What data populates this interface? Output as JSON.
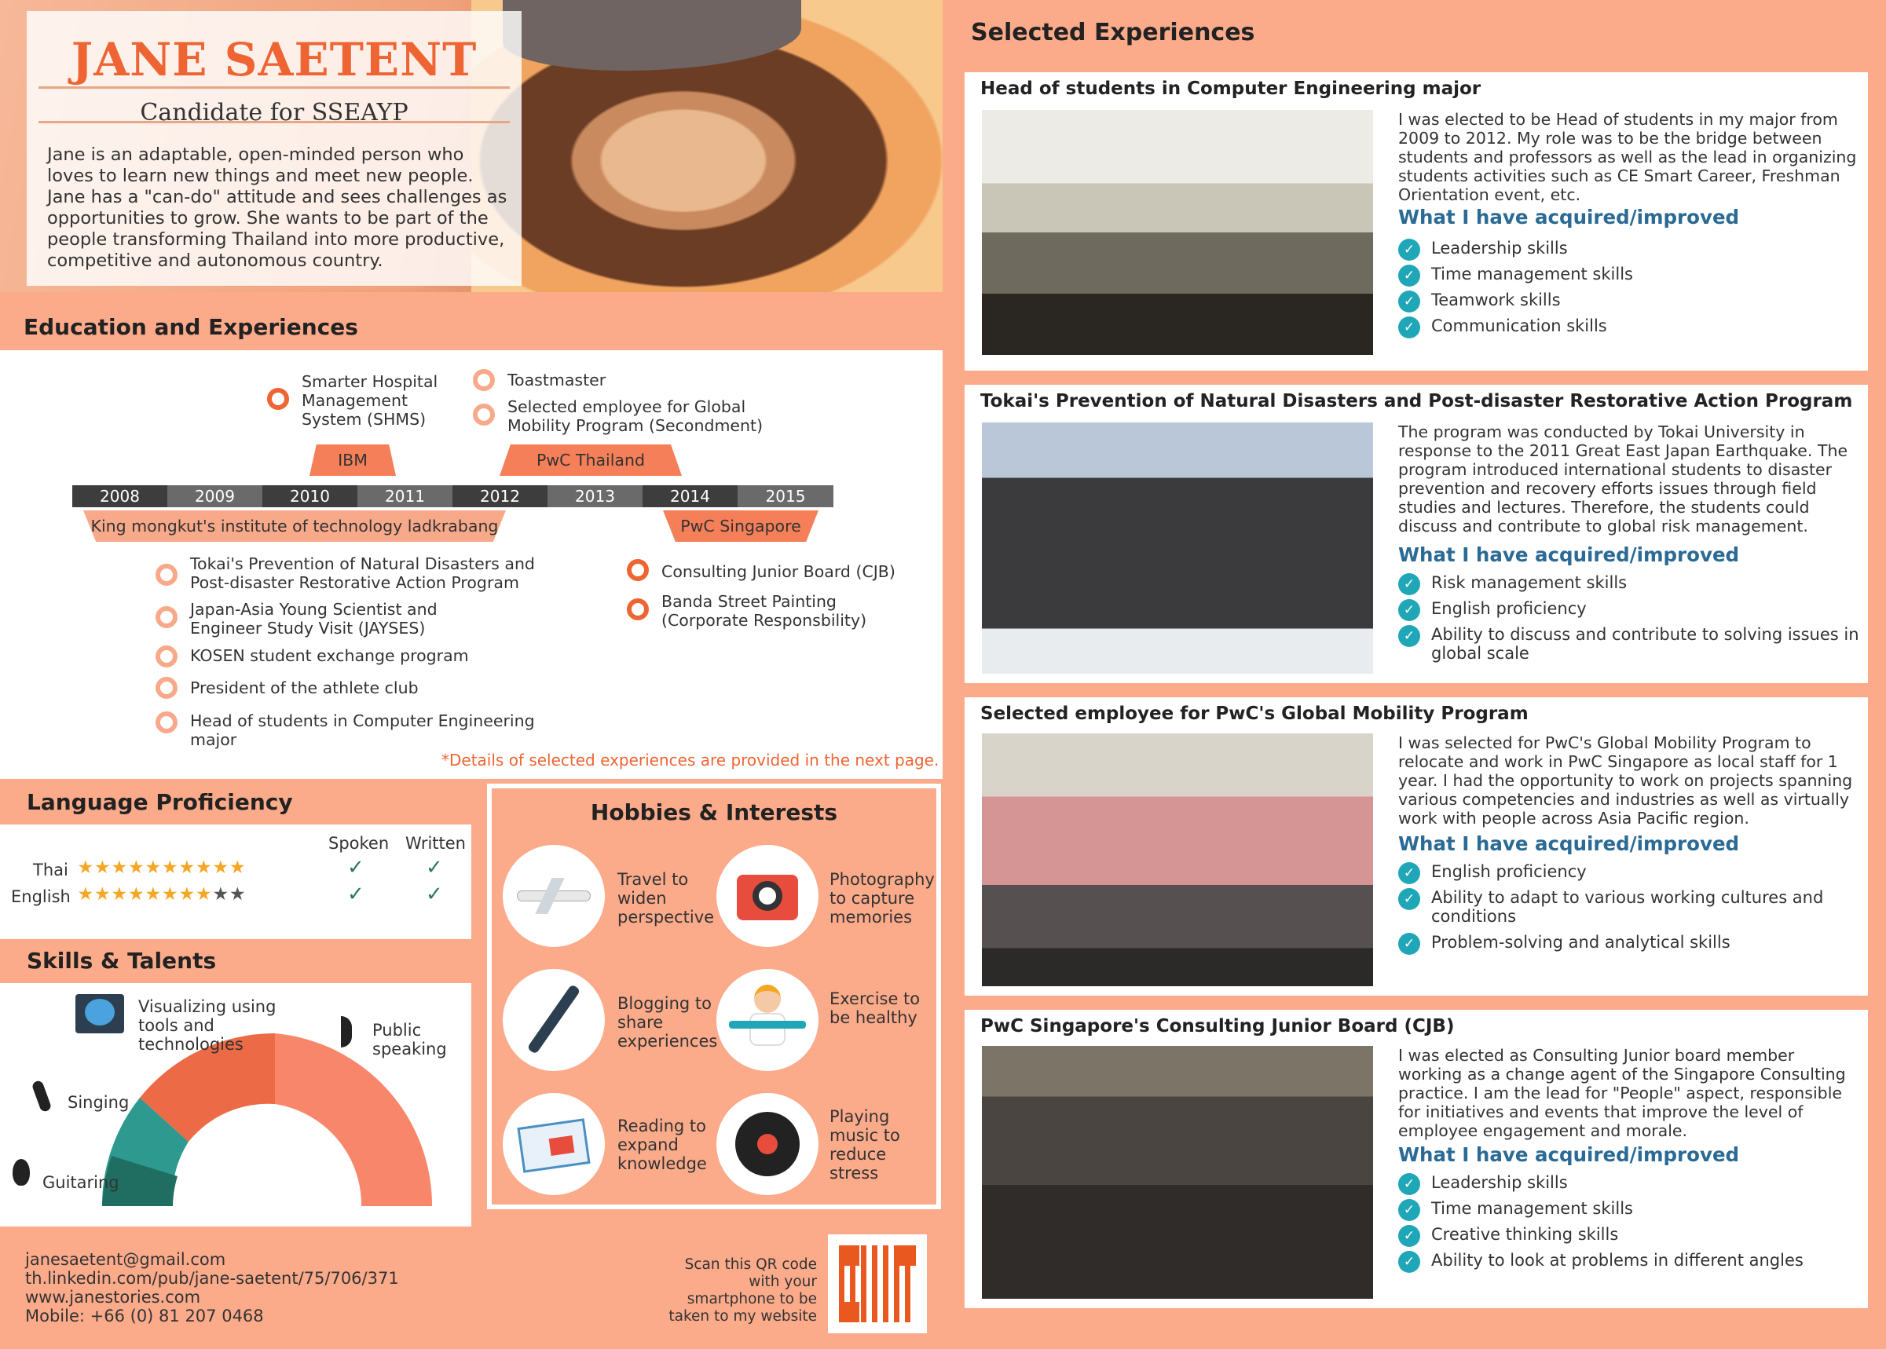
{
  "header": {
    "name": "JANE SAETENT",
    "subtitle": "Candidate for SSEAYP",
    "bio": "Jane is an adaptable, open-minded person who loves to learn new things and meet new people. Jane has a \"can-do\" attitude and sees challenges as opportunities to grow. She wants to be part of the people transforming Thailand into more productive, competitive and autonomous country."
  },
  "education": {
    "title": "Education and Experiences",
    "above_left": [
      "Smarter Hospital Management System  (SHMS)"
    ],
    "above_right": [
      "Toastmaster",
      "Selected employee for Global Mobility Program (Secondment)"
    ],
    "top_labels": [
      "IBM",
      "PwC Thailand"
    ],
    "years": [
      "2008",
      "2009",
      "2010",
      "2011",
      "2012",
      "2013",
      "2014",
      "2015"
    ],
    "bottom_labels": [
      "King mongkut's institute of technology ladkrabang",
      "PwC Singapore"
    ],
    "below_left": [
      "Tokai's Prevention of Natural Disasters and Post-disaster Restorative Action Program",
      "Japan-Asia Young Scientist and Engineer Study Visit (JAYSES)",
      "KOSEN student exchange program",
      "President of the athlete club",
      "Head of students in Computer Engineering major"
    ],
    "below_right": [
      "Consulting Junior Board (CJB)",
      "Banda Street Painting (Corporate Responsbility)"
    ],
    "footnote": "*Details of selected experiences are provided in the next page."
  },
  "language": {
    "title": "Language Proficiency",
    "col_spoken": "Spoken",
    "col_written": "Written",
    "rows": [
      {
        "name": "Thai",
        "rating": 10,
        "max": 10
      },
      {
        "name": "English",
        "rating": 8,
        "max": 10
      }
    ]
  },
  "skills": {
    "title": "Skills & Talents",
    "items": [
      "Visualizing using tools and technologies",
      "Public speaking",
      "Singing",
      "Guitaring"
    ]
  },
  "hobbies": {
    "title": "Hobbies & Interests",
    "items": [
      {
        "label": "Travel to widen perspective",
        "icon": "airplane-icon"
      },
      {
        "label": "Photography to capture memories",
        "icon": "camera-icon"
      },
      {
        "label": "Blogging to share experiences",
        "icon": "pen-icon"
      },
      {
        "label": "Exercise to be healthy",
        "icon": "exercise-icon"
      },
      {
        "label": "Reading to expand knowledge",
        "icon": "book-icon"
      },
      {
        "label": "Playing music to reduce stress",
        "icon": "vinyl-record-icon"
      }
    ]
  },
  "contact": {
    "email": "janesaetent@gmail.com",
    "linkedin": "th.linkedin.com/pub/jane-saetent/75/706/371",
    "website": "www.janestories.com",
    "mobile": "Mobile: +66 (0) 81 207 0468",
    "qr_text": "Scan this QR code with your smartphone to be taken to my website"
  },
  "selected": {
    "title": "Selected Experiences",
    "acquired_heading": "What I have acquired/improved",
    "cards": [
      {
        "title": "Head of students in Computer Engineering major",
        "text": "I was elected to be Head of students in my major from 2009 to 2012. My role was to be the bridge between students and professors as well as the lead in organizing students activities such as CE Smart Career, Freshman Orientation event, etc.",
        "skills": [
          "Leadership skills",
          "Time management skills",
          "Teamwork skills",
          "Communication skills"
        ]
      },
      {
        "title": "Tokai's Prevention of Natural Disasters and Post-disaster Restorative Action Program",
        "text": "The program was conducted by Tokai University in response to the 2011 Great East Japan Earthquake. The program introduced international students to disaster prevention and recovery efforts issues through field studies and lectures. Therefore, the students could discuss and contribute to global risk management.",
        "skills": [
          "Risk management skills",
          "English proficiency",
          "Ability to discuss and contribute to solving issues in global scale"
        ]
      },
      {
        "title": "Selected employee for PwC's Global Mobility Program",
        "text": "I was selected for PwC's Global Mobility Program to relocate and work in PwC Singapore as local staff for 1 year. I had the opportunity to work on projects spanning various competencies and industries as well as virtually work with people across Asia Pacific region.",
        "skills": [
          "English proficiency",
          "Ability to adapt to various working cultures and conditions",
          "Problem-solving and analytical skills"
        ]
      },
      {
        "title": "PwC Singapore's Consulting Junior Board (CJB)",
        "text": "I was elected as Consulting Junior board member working as a change agent of the Singapore Consulting practice. I am the lead for \"People\" aspect, responsible for initiatives and events that improve the level of employee engagement and morale.",
        "skills": [
          "Leadership skills",
          "Time management skills",
          "Creative thinking skills",
          "Ability to look at problems in different angles"
        ]
      }
    ]
  },
  "colors": {
    "accent": "#ee6533",
    "peach": "#fbaa8a",
    "teal": "#1fa7b8",
    "heading_blue": "#2a6a94"
  }
}
